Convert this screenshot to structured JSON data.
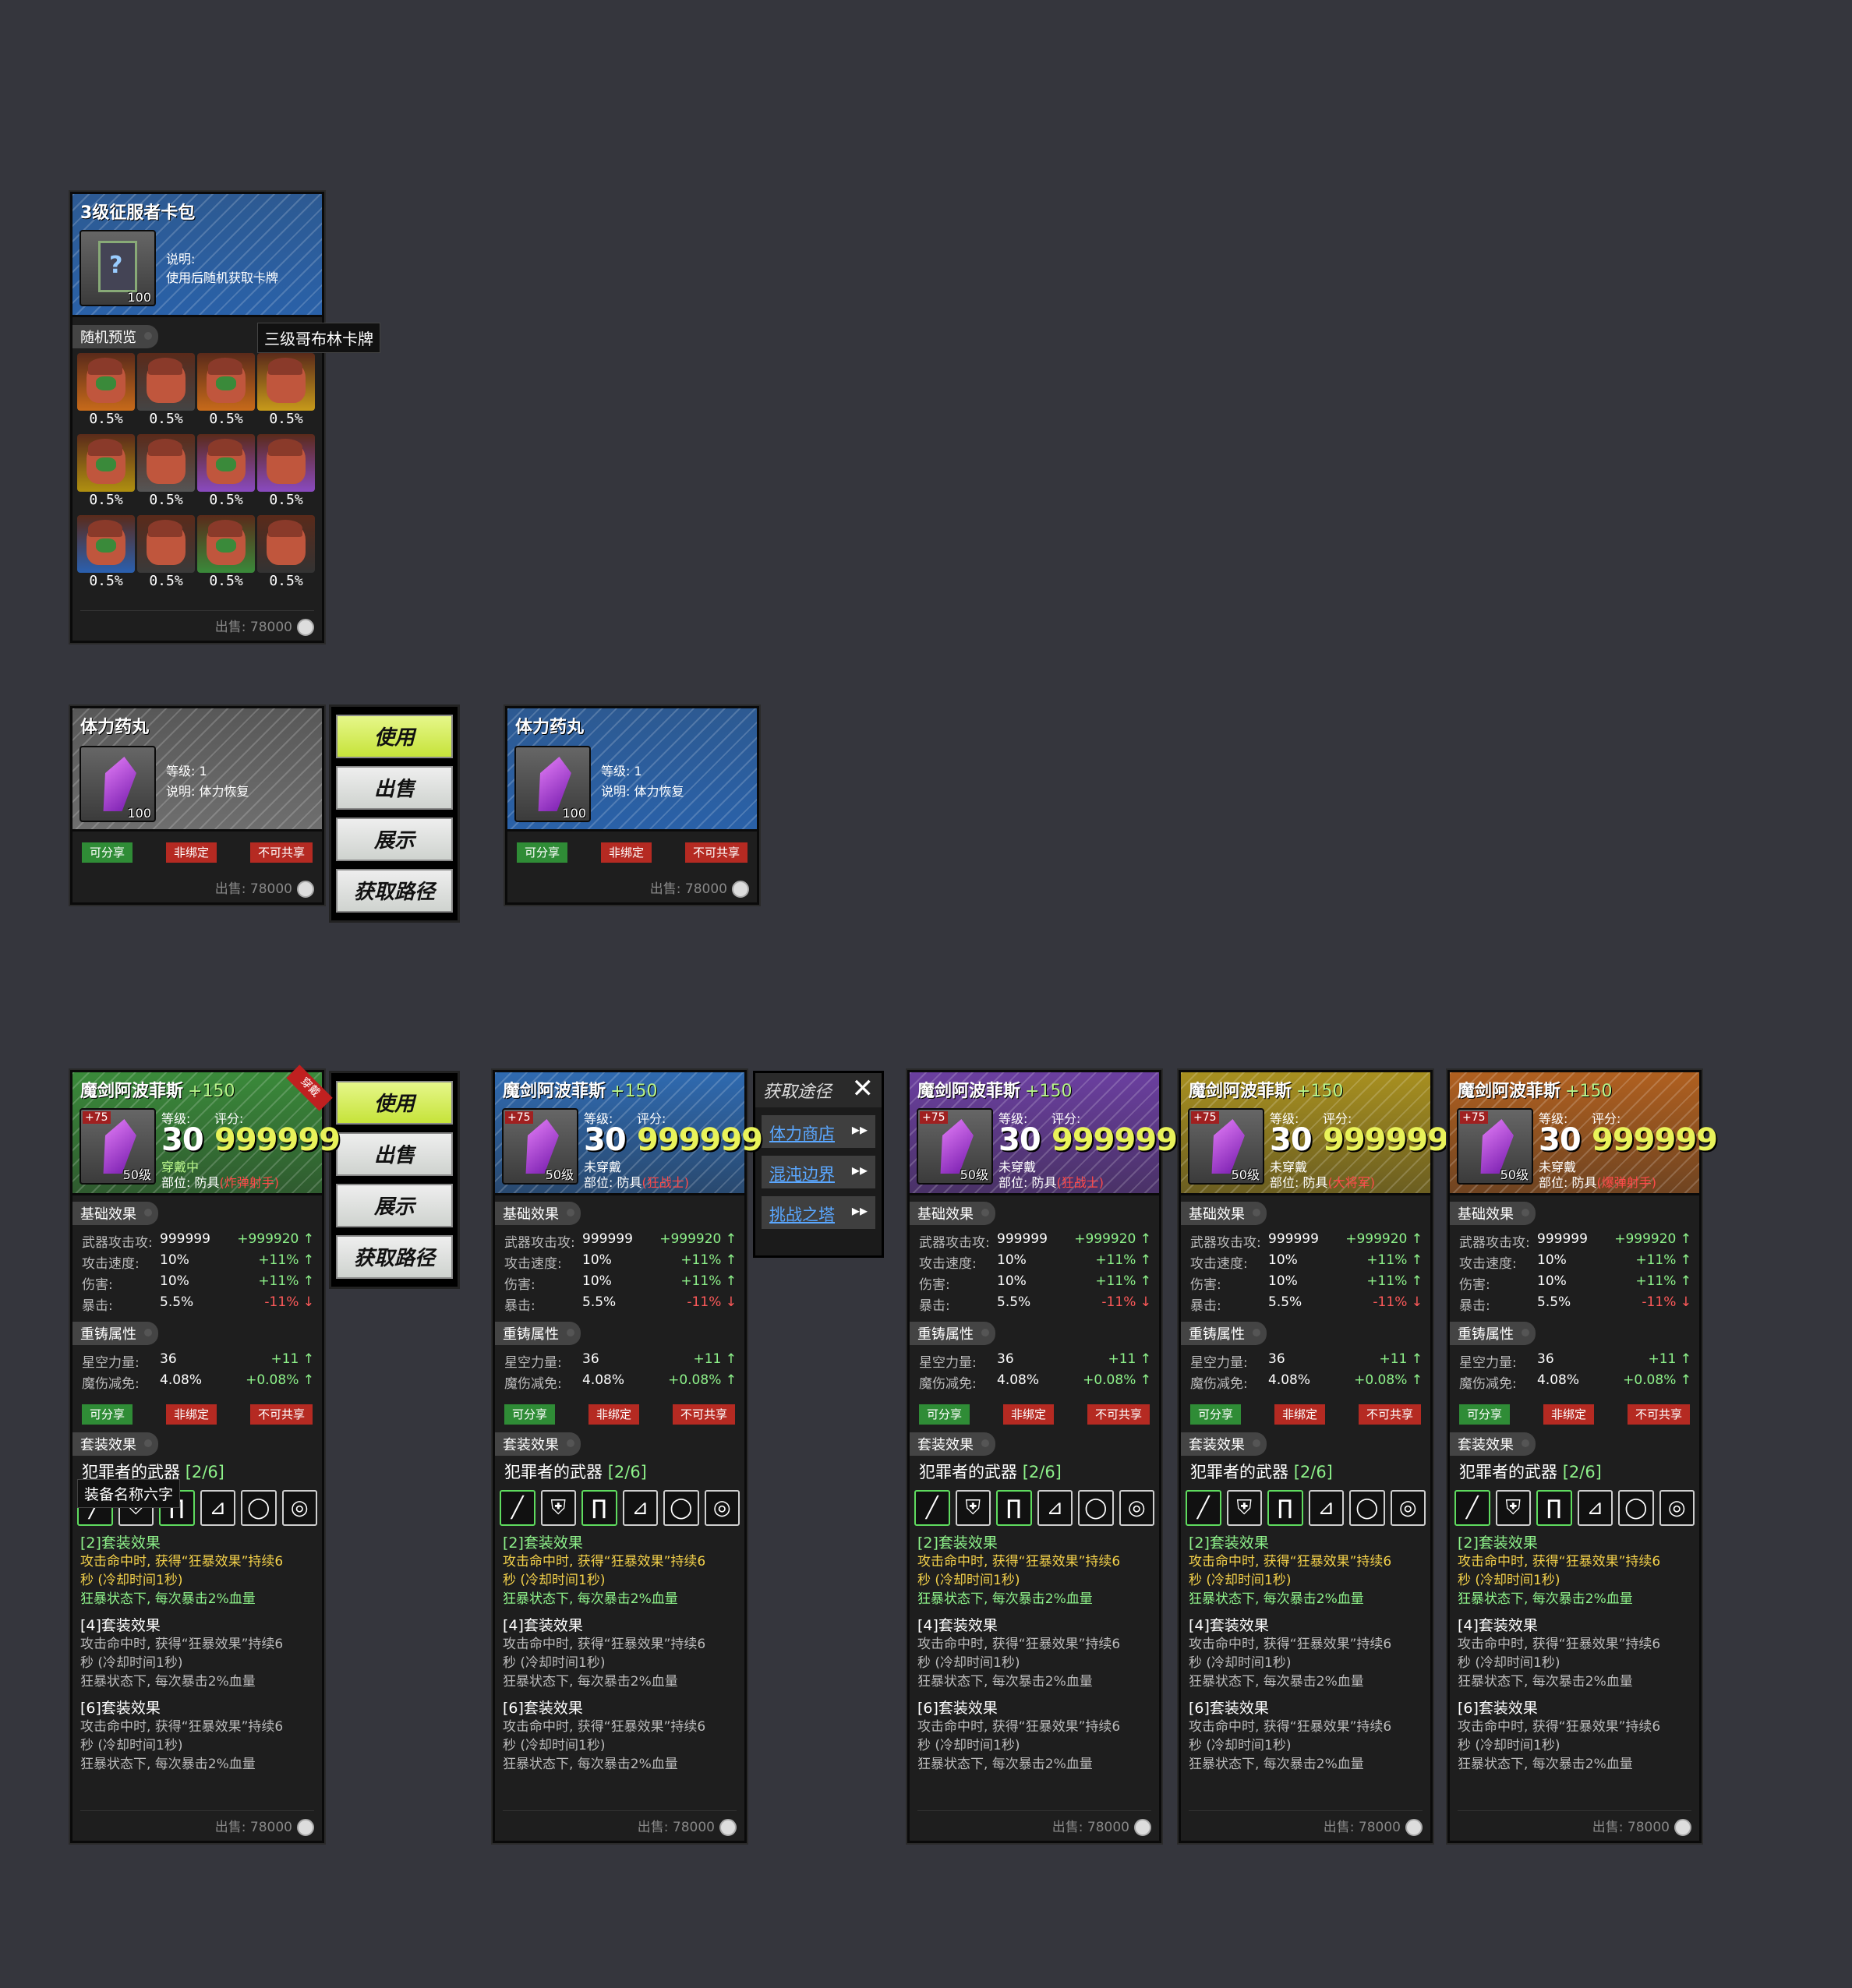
{
  "pack": {
    "title": "3级征服者卡包",
    "count": "100",
    "desc_label": "说明:",
    "desc": "使用后随机获取卡牌",
    "preview": "随机预览",
    "tooltip": "三级哥布林卡牌",
    "pct": "0.5%",
    "sale": "出售: 78000"
  },
  "potion1": {
    "title": "体力药丸",
    "count": "100",
    "level": "等级: 1",
    "desc": "说明: 体力恢复",
    "tags": [
      "可分享",
      "非绑定",
      "不可共享"
    ],
    "sale": "出售: 78000"
  },
  "potion2": {
    "title": "体力药丸",
    "count": "100",
    "level": "等级: 1",
    "desc": "说明: 体力恢复",
    "tags": [
      "可分享",
      "非绑定",
      "不可共享"
    ],
    "sale": "出售: 78000"
  },
  "menu1": [
    "使用",
    "出售",
    "展示",
    "获取路径"
  ],
  "menu2": [
    "使用",
    "出售",
    "展示",
    "获取路径"
  ],
  "source": {
    "title": "获取途径",
    "items": [
      "体力商店",
      "混沌边界",
      "挑战之塔"
    ]
  },
  "equip": {
    "name": "魔剑阿波菲斯",
    "plus": "+150",
    "lvl_label": "等级:",
    "score_label": "评分:",
    "level": "30",
    "score": "999999",
    "badge": "+75",
    "lv50": "50级",
    "part_label": "部位: 防具",
    "base": "基础效果",
    "recast": "重铸属性",
    "setfx": "套装效果",
    "stats": [
      {
        "k": "武器攻击攻:",
        "v": "999999",
        "d": "+999920 ↑"
      },
      {
        "k": "攻击速度:",
        "v": "10%",
        "d": "+11% ↑"
      },
      {
        "k": "伤害:",
        "v": "10%",
        "d": "+11% ↑"
      },
      {
        "k": "暴击:",
        "v": "5.5%",
        "d": "-11% ↓"
      }
    ],
    "recasts": [
      {
        "k": "星空力量:",
        "v": "36",
        "d": "+11 ↑"
      },
      {
        "k": "魔伤减免:",
        "v": "4.08%",
        "d": "+0.08% ↑"
      }
    ],
    "tags": [
      "可分享",
      "非绑定",
      "不可共享"
    ],
    "setname": "犯罪者的武器",
    "setcount": "[2/6]",
    "fx2": "[2]套装效果",
    "fx4": "[4]套装效果",
    "fx6": "[6]套装效果",
    "fxline1": "攻击命中时, 获得“狂暴效果”持续6",
    "fxline2": "秒 (冷却时间1秒)",
    "fxline3": "狂暴状态下, 每次暴击2%血量",
    "sale": "出售: 78000",
    "tooltip": "装备名称六字",
    "wearing": "穿戴中",
    "unworn": "未穿戴",
    "corner": "穿戴"
  },
  "cards": [
    {
      "wear": "穿戴中",
      "cls": "(炸弹射手)",
      "color": "#3a8a3a"
    },
    {
      "wear": "未穿戴",
      "cls": "(狂战士)",
      "color": "#2f6ab0"
    },
    {
      "wear": "未穿戴",
      "cls": "(狂战士)",
      "color": "#6b3fa0"
    },
    {
      "wear": "未穿戴",
      "cls": "(大将军)",
      "color": "#a89020"
    },
    {
      "wear": "未穿戴",
      "cls": "(爆弹射手)",
      "color": "#b06020"
    }
  ],
  "colors": {
    "bg": "#35363d",
    "accent": "#e6f78a",
    "green": "#2f8c36",
    "red": "#b52a22"
  }
}
